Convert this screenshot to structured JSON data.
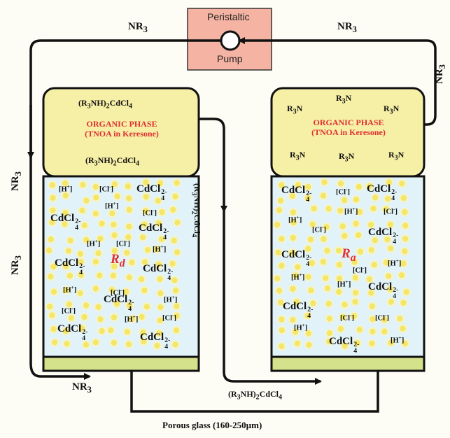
{
  "pump": {
    "title": "Peristaltic",
    "subtitle": "Pump"
  },
  "nr3_label": "NR3",
  "cells": {
    "donor": {
      "organic_top": "(R3NH)2CdCl4",
      "phase_title": "ORGANIC PHASE",
      "phase_sub": "(TNOA in Keresone)",
      "organic_bottom": "(R3NH)2CdCl4",
      "r_label": "Rd"
    },
    "acceptor": {
      "r3n": "R3N",
      "phase_title": "ORGANIC PHASE",
      "phase_sub": "(TNOA in Keresone)",
      "r_label": "Ra"
    }
  },
  "ions": {
    "h": "[H+]",
    "cl": "[Cl-]",
    "cdcl4": "CdCl42-"
  },
  "transfer_label": "(R3NH)2CdCl4",
  "porous_label": "Porous glass (160-250μm)",
  "colors": {
    "organic": "#f6efa6",
    "aqueous": "#e1f3f8",
    "bubble": "#f3e76a",
    "pump": "#f4b3a3",
    "accent_red": "#e03030"
  }
}
